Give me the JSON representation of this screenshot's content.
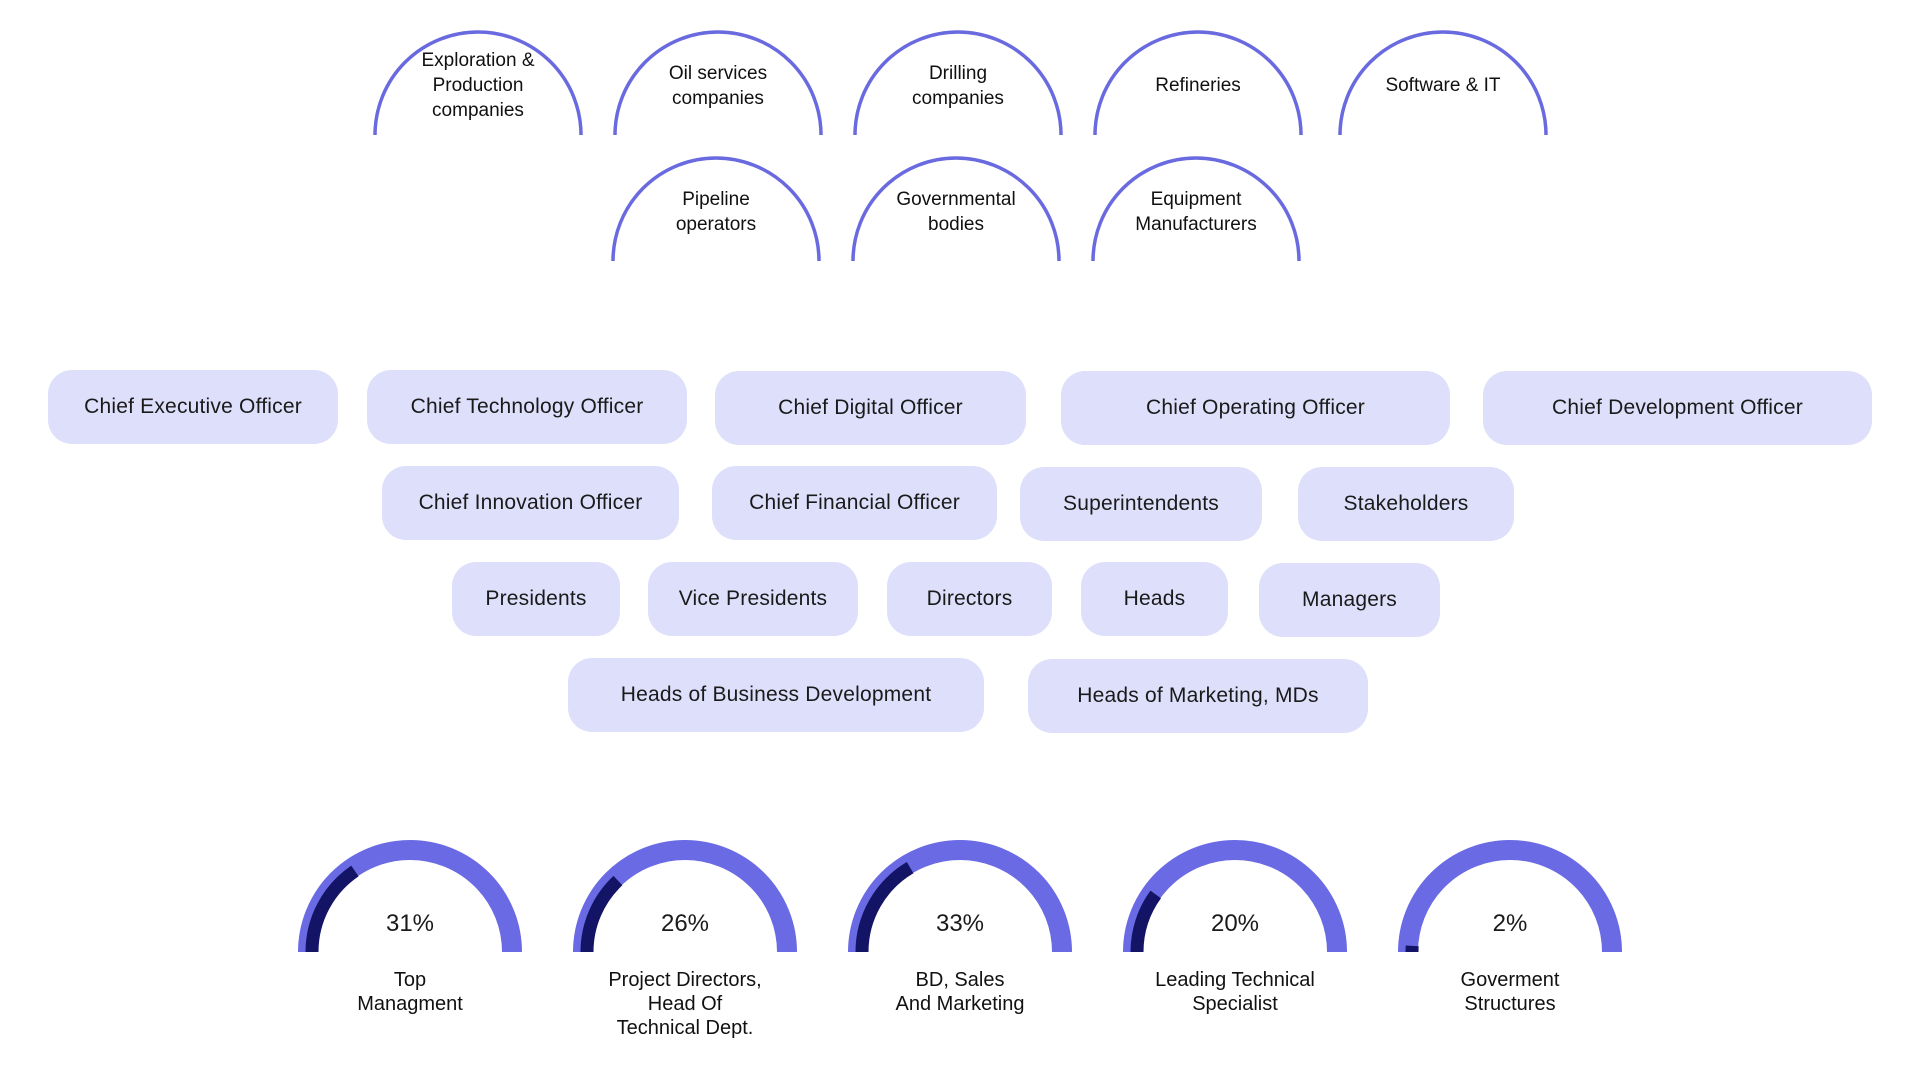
{
  "colors": {
    "arc_stroke": "#6a6ae0",
    "pill_bg": "#dedffb",
    "gauge_track": "#6a6ae4",
    "gauge_fill": "#141466"
  },
  "industries": [
    {
      "label": "Exploration &\nProduction\ncompanies"
    },
    {
      "label": "Oil services\ncompanies"
    },
    {
      "label": "Drilling\ncompanies"
    },
    {
      "label": "Refineries"
    },
    {
      "label": "Software & IT"
    },
    {
      "label": "Pipeline\noperators"
    },
    {
      "label": "Governmental\nbodies"
    },
    {
      "label": "Equipment\nManufacturers"
    }
  ],
  "roles": [
    {
      "label": "Chief Executive Officer"
    },
    {
      "label": "Chief Technology Officer"
    },
    {
      "label": "Chief Digital Officer"
    },
    {
      "label": "Chief Operating Officer"
    },
    {
      "label": "Chief Development Officer"
    },
    {
      "label": "Chief Innovation Officer"
    },
    {
      "label": "Chief Financial Officer"
    },
    {
      "label": "Superintendents"
    },
    {
      "label": "Stakeholders"
    },
    {
      "label": "Presidents"
    },
    {
      "label": "Vice Presidents"
    },
    {
      "label": "Directors"
    },
    {
      "label": "Heads"
    },
    {
      "label": "Managers"
    },
    {
      "label": "Heads of Business Development"
    },
    {
      "label": "Heads of Marketing, MDs"
    }
  ],
  "gauges": [
    {
      "value": 31,
      "value_label": "31%",
      "caption": "Top\nManagment"
    },
    {
      "value": 26,
      "value_label": "26%",
      "caption": "Project Directors,\nHead Of\nTechnical Dept."
    },
    {
      "value": 33,
      "value_label": "33%",
      "caption": "BD, Sales\nAnd Marketing"
    },
    {
      "value": 20,
      "value_label": "20%",
      "caption": "Leading Technical\nSpecialist"
    },
    {
      "value": 2,
      "value_label": "2%",
      "caption": "Goverment\nStructures"
    }
  ]
}
